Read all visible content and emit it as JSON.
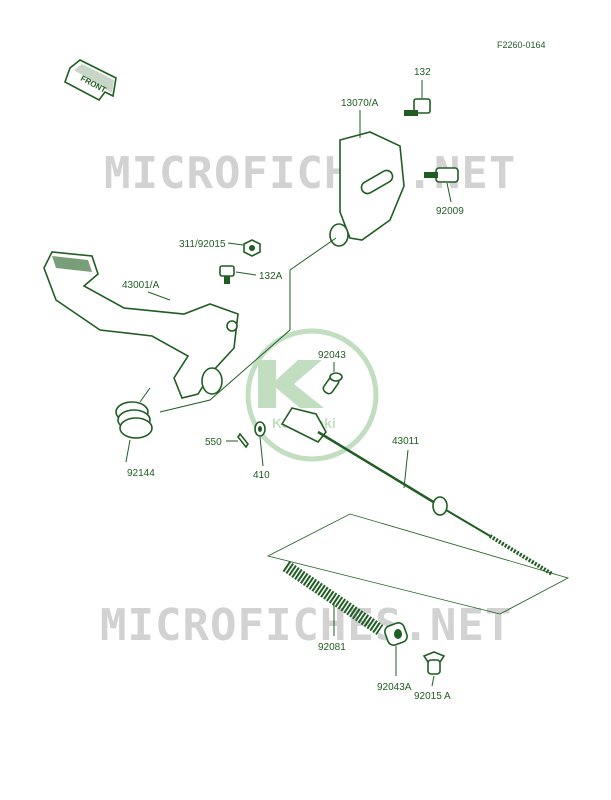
{
  "diagram": {
    "figure_code": "F2260-0164",
    "front_label": "FRONT",
    "watermark": "MICROFICHES.NET",
    "logo_text": "Kawasaki",
    "parts": {
      "p132": "132",
      "p13070A": "13070/A",
      "p92009": "92009",
      "p311": "311/92015",
      "p132A": "132A",
      "p43001A": "43001/A",
      "p92043": "92043",
      "p550": "550",
      "p410": "410",
      "p92144": "92144",
      "p43011": "43011",
      "p92081": "92081",
      "p92043A": "92043A",
      "p92015A": "92015 A"
    },
    "colors": {
      "ink": "#1f5d22",
      "watermark": "#d2d2d2",
      "logo": "#8fc48f"
    }
  }
}
